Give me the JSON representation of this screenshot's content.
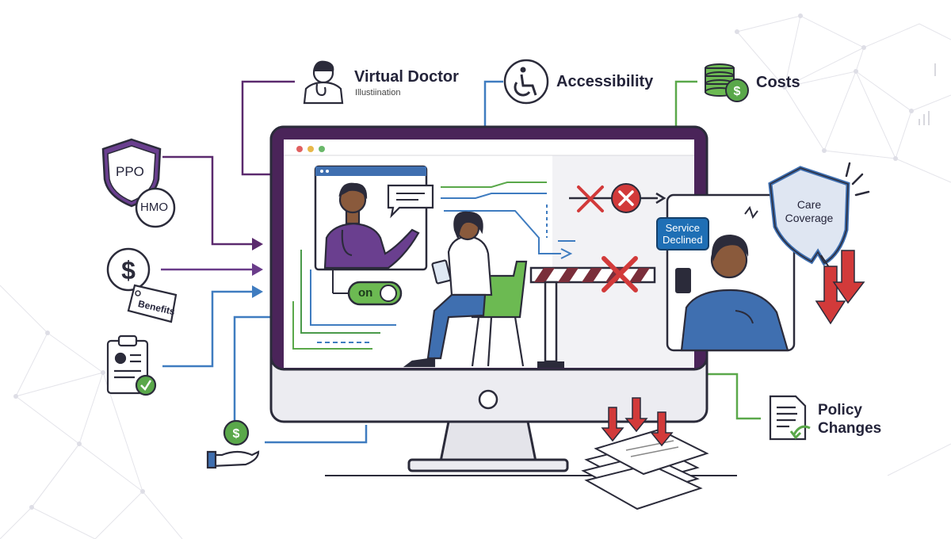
{
  "labels": {
    "virtual_doctor": "Virtual Doctor",
    "virtual_doctor_sub": "Illustiination",
    "accessibility": "Accessibility",
    "costs": "Costs",
    "ppo": "PPO",
    "hmo": "HMO",
    "benefits": "Benefits",
    "toggle": "on",
    "service_declined_line1": "Service",
    "service_declined_line2": "Declined",
    "care_coverage_line1": "Care",
    "care_coverage_line2": "Coverage",
    "policy_changes_line1": "Policy",
    "policy_changes_line2": "Changes"
  },
  "icons": [
    "doctor-icon",
    "wheelchair-icon",
    "coins-icon",
    "shield-icon",
    "dollar-icon",
    "clipboard-icon",
    "hand-dollar-icon",
    "document-icon"
  ],
  "colors": {
    "purple": "#5b2a6e",
    "blue": "#3f7cc0",
    "green": "#5aa84a",
    "red": "#d23a3a",
    "dark": "#2b2b3a"
  }
}
